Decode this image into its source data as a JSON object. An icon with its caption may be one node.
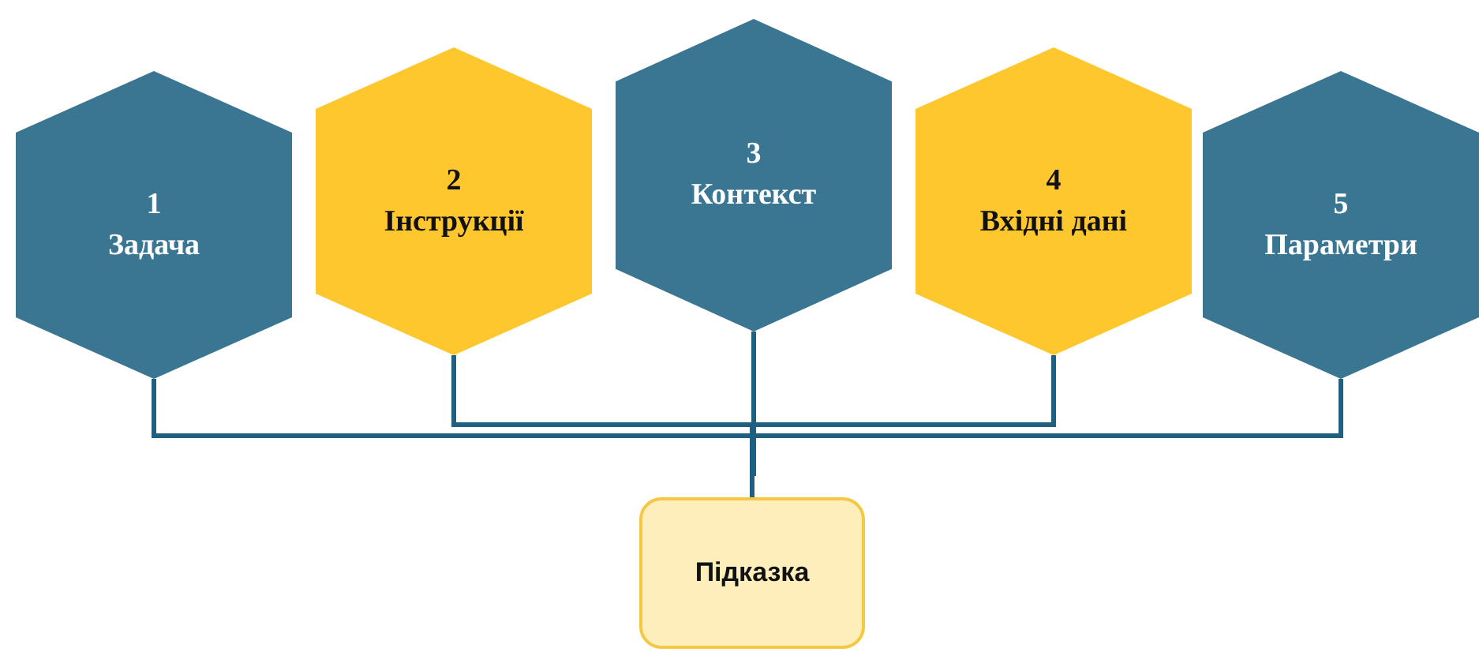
{
  "diagram": {
    "nodes": [
      {
        "text": [
          "1",
          "Задача"
        ]
      },
      {
        "text": [
          "2",
          "Інструкції"
        ]
      },
      {
        "text": [
          "3",
          "Контекст"
        ]
      },
      {
        "text": [
          "4",
          "Вхідні дані"
        ]
      },
      {
        "text": [
          "5",
          "Параметри"
        ]
      },
      {
        "text": [
          "Підказка"
        ]
      }
    ],
    "edges": [
      {
        "from": 0,
        "to": 5,
        "arrow": "none"
      },
      {
        "from": 1,
        "to": 5,
        "arrow": "none"
      },
      {
        "from": 2,
        "to": 5,
        "arrow": "none"
      },
      {
        "from": 3,
        "to": 5,
        "arrow": "none"
      },
      {
        "from": 4,
        "to": 5,
        "arrow": "none"
      }
    ]
  }
}
